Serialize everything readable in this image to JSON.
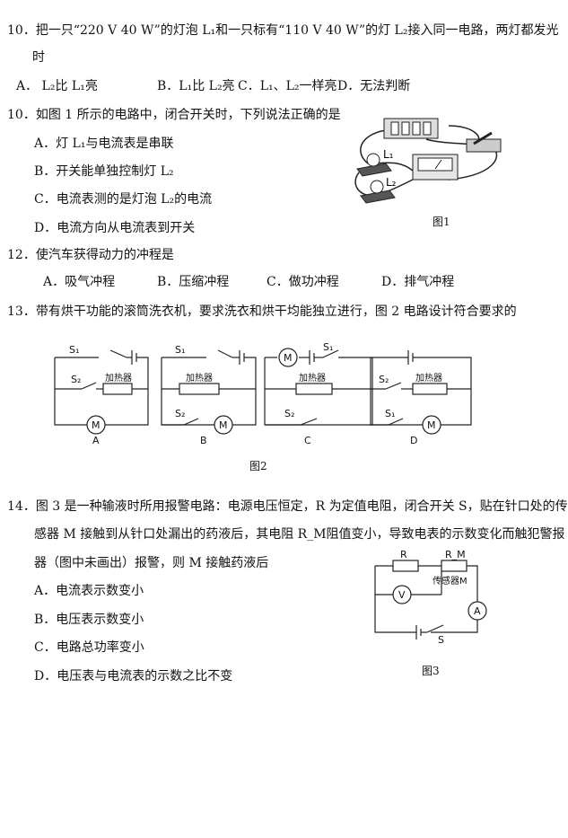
{
  "q10a": {
    "line1": "10．把一只“220 V 40 W”的灯泡 L₁和一只标有“110 V 40 W”的灯 L₂接入同一电路，两灯都发光",
    "line2": "时",
    "opts": [
      "A．  L₂比 L₁亮",
      "B．L₁比 L₂亮",
      "C．L₁、L₂一样亮",
      "D．无法判断"
    ]
  },
  "q10b": {
    "stem": "10．如图 1 所示的电路中，闭合开关时，下列说法正确的是",
    "opts": [
      "A．灯 L₁与电流表是串联",
      "B．开关能单独控制灯 L₂",
      "C．电流表测的是灯泡 L₂的电流",
      "D．电流方向从电流表到开关"
    ],
    "fig_caption": "图1",
    "fig_labels": [
      "L₁",
      "L₂"
    ]
  },
  "q12": {
    "stem": "12．使汽车获得动力的冲程是",
    "opts": [
      "A．吸气冲程",
      "B．压缩冲程",
      "C．做功冲程",
      "D．排气冲程"
    ]
  },
  "q13": {
    "stem": "13．带有烘干功能的滚筒洗衣机，要求洗衣和烘干均能独立进行，图 2 电路设计符合要求的",
    "fig_caption": "图2",
    "heater": "加热器",
    "motor": "M",
    "s1": "S₁",
    "s2": "S₂",
    "option_letters": [
      "A",
      "B",
      "C",
      "D"
    ]
  },
  "q14": {
    "line1": "14．图 3 是一种输液时所用报警电路：电源电压恒定，R 为定值电阻，闭合开关 S，贴在针口处的传",
    "line2": "感器 M 接触到从针口处漏出的药液后，其电阻 R_M阻值变小，导致电表的示数变化而触犯警报",
    "line3": "器（图中未画出）报警，则 M 接触药液后",
    "opts": [
      "A．电流表示数变小",
      "B．电压表示数变小",
      "C．电路总功率变小",
      "D．电压表与电流表的示数之比不变"
    ],
    "fig_caption": "图3",
    "fig_R": "R",
    "fig_RM": "R_M",
    "fig_sensor": "传感器M",
    "fig_V": "V",
    "fig_A": "A",
    "fig_S": "S"
  }
}
